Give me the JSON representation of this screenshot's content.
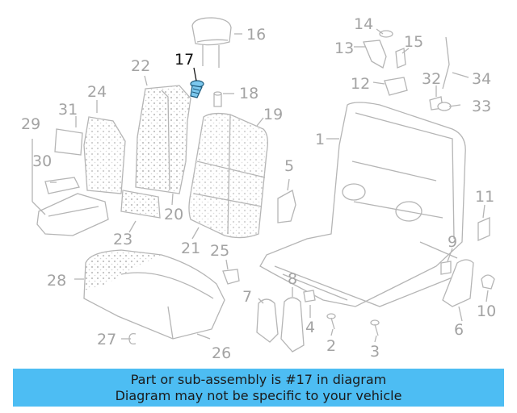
{
  "diagram": {
    "highlight_color": "#7cc8ee",
    "highlight_part": "17",
    "callouts": [
      "1",
      "2",
      "3",
      "4",
      "5",
      "6",
      "7",
      "8",
      "9",
      "10",
      "11",
      "12",
      "13",
      "14",
      "15",
      "16",
      "17",
      "18",
      "19",
      "20",
      "21",
      "22",
      "23",
      "24",
      "25",
      "26",
      "27",
      "28",
      "29",
      "30",
      "31",
      "32",
      "33",
      "34"
    ]
  },
  "banner": {
    "line1": "Part or sub-assembly is #17 in diagram",
    "line2": "Diagram may not be specific to your vehicle",
    "color": "#4dbdf3"
  }
}
